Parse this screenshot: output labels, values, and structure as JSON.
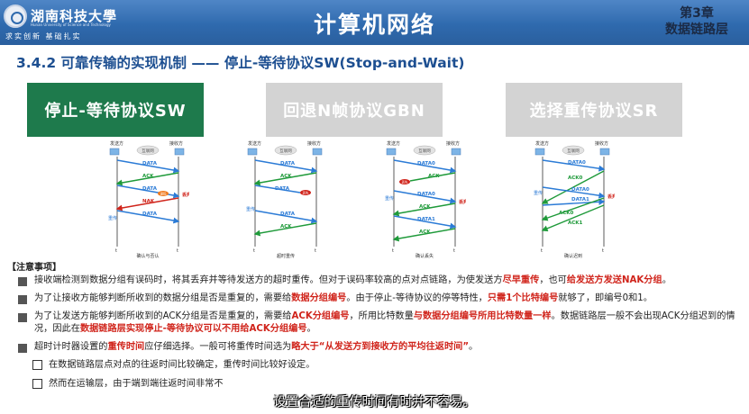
{
  "header": {
    "university": "湖南科技大學",
    "university_en": "Hunan University of Science and Technology",
    "motto": "求实创新  基础扎实",
    "title": "计算机网络",
    "chapter_num": "第3章",
    "chapter_name": "数据链路层",
    "colors": {
      "bar": "#2f6aae",
      "title_text": "#ffffff"
    }
  },
  "section_title": "3.4.2 可靠传输的实现机制 —— 停止-等待协议SW(Stop-and-Wait)",
  "tabs": [
    {
      "label": "停止-等待协议SW",
      "active": true,
      "color": "#1e7a4c"
    },
    {
      "label": "回退N帧协议GBN",
      "active": false,
      "color": "#d3d3d3"
    },
    {
      "label": "选择重传协议SR",
      "active": false,
      "color": "#d3d3d3"
    }
  ],
  "diagrams": {
    "sender": "发送方",
    "receiver": "接收方",
    "network": "互联网",
    "t": "t",
    "d1": {
      "caption": "确认与否认",
      "data1": "DATA",
      "ack": "ACK",
      "data2": "DATA",
      "nak": "NAK",
      "data3": "DATA",
      "err": "误码",
      "drop": "丢弃",
      "resend": "重传"
    },
    "d2": {
      "caption": "超时重传",
      "data1": "DATA",
      "ack": "ACK",
      "data2": "DATA",
      "lost": "丢失",
      "resend": "重传",
      "data3": "DATA",
      "ack2": "ACK"
    },
    "d3": {
      "caption": "确认丢失",
      "data1": "DATA0",
      "lost": "丢失",
      "ack": "ACK",
      "data2": "DATA0",
      "ack2": "ACK",
      "data3": "DATA1",
      "ack3": "ACK",
      "resend": "重传",
      "drop": "丢弃"
    },
    "d4": {
      "caption": "确认迟到",
      "data1": "DATA0",
      "ack0": "ACK0",
      "data2": "DATA0",
      "data3": "DATA1",
      "ack0b": "ACK0",
      "ack1": "ACK1",
      "resend": "重传",
      "drop": "丢弃"
    }
  },
  "notes_title": "【注意事项】",
  "notes": {
    "n1_a": "接收端检测到数据分组有误码时，将其丢弃并等待发送方的超时重传。但对于误码率较高的点对点链路，为使发送方",
    "n1_b": "尽早重传",
    "n1_c": "，也可",
    "n1_d": "给发送方发送NAK分组",
    "n1_e": "。",
    "n2_a": "为了让接收方能够判断所收到的数据分组是否是重复的，需要给",
    "n2_b": "数据分组编号",
    "n2_c": "。由于停止-等待协议的停等特性，",
    "n2_d": "只需1个比特编号",
    "n2_e": "就够了，即编号0和1。",
    "n3_a": "为了让发送方能够判断所收到的ACK分组是否是重复的，需要给",
    "n3_b": "ACK分组编号",
    "n3_c": "，所用比特数量",
    "n3_d": "与数据分组编号所用比特数量一样",
    "n3_e": "。数据链路层一般不会出现ACK分组迟到的情况，因此在",
    "n3_f": "数据链路层实现停止-等待协议可以不用给ACK分组编号",
    "n3_g": "。",
    "n4_a": "超时计时器设置的",
    "n4_b": "重传时间",
    "n4_c": "应仔细选择。一般可将重传时间选为",
    "n4_d": "略大于“从发送方到接收方的平均往返时间”",
    "n4_e": "。",
    "s1": "在数据链路层点对点的往返时间比较确定，重传时间比较好设定。",
    "s2": "然而在运输层，由于端到端往返时间非常不"
  },
  "subtitle": "设置合适的重传时间有时并不容易。"
}
